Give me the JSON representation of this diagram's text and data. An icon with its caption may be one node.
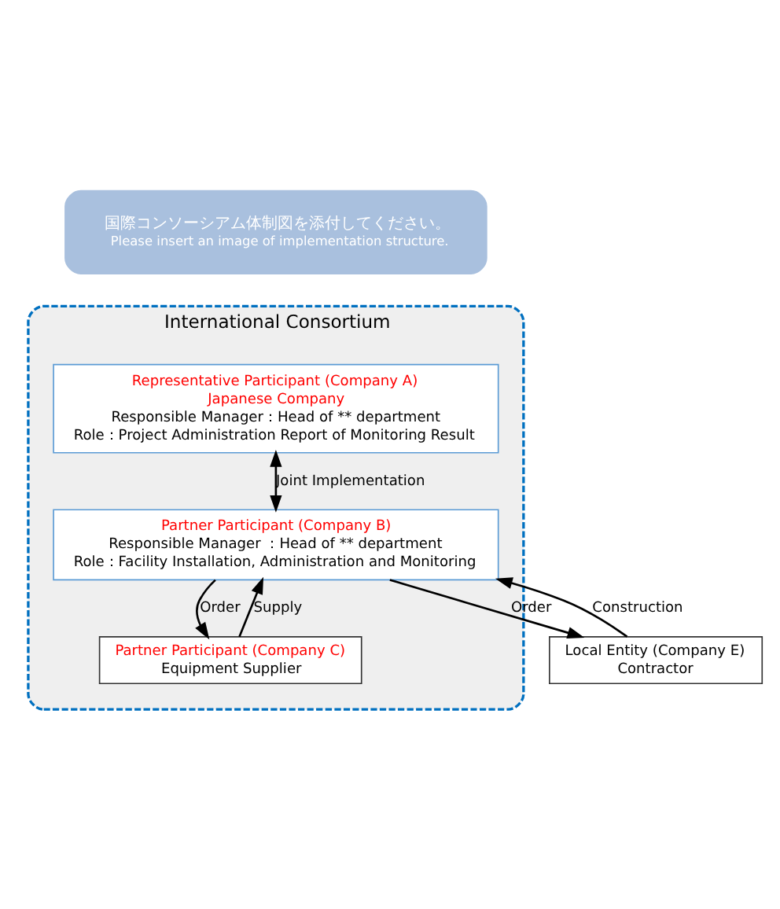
{
  "diagram": {
    "nodes": [
      {
        "text": [
          "国際コンソーシアム体制図を添付してください。",
          "Please insert an image of implementation structure."
        ]
      },
      {
        "text": [
          "International Consortium"
        ]
      },
      {
        "text": [
          "Representative Participant (Company A)",
          "Japanese Company",
          "Responsible Manager：Head of ** department",
          "Role：Project Administration Report of Monitoring Result"
        ],
        "in": 1
      },
      {
        "text": [
          "Partner Participant (Company B)",
          "Responsible Manager ：Head of ** department",
          "Role：Facility Installation, Administration and Monitoring"
        ],
        "in": 1
      },
      {
        "text": [
          "Partner Participant (Company C)",
          "Equipment Supplier"
        ],
        "in": 1
      },
      {
        "text": [
          "Local Entity (Company E)",
          "Contractor"
        ]
      }
    ],
    "edges": [
      {
        "from": 2,
        "to": 3,
        "arrow": "both",
        "label": "Joint Implementation"
      },
      {
        "from": 3,
        "to": 5,
        "arrow": "to",
        "label": "Order"
      },
      {
        "from": 5,
        "to": 3,
        "arrow": "to",
        "label": "Construction"
      },
      {
        "from": 3,
        "to": 4,
        "arrow": "to",
        "label": "Order"
      },
      {
        "from": 4,
        "to": 3,
        "arrow": "to",
        "label": "Supply"
      }
    ]
  }
}
